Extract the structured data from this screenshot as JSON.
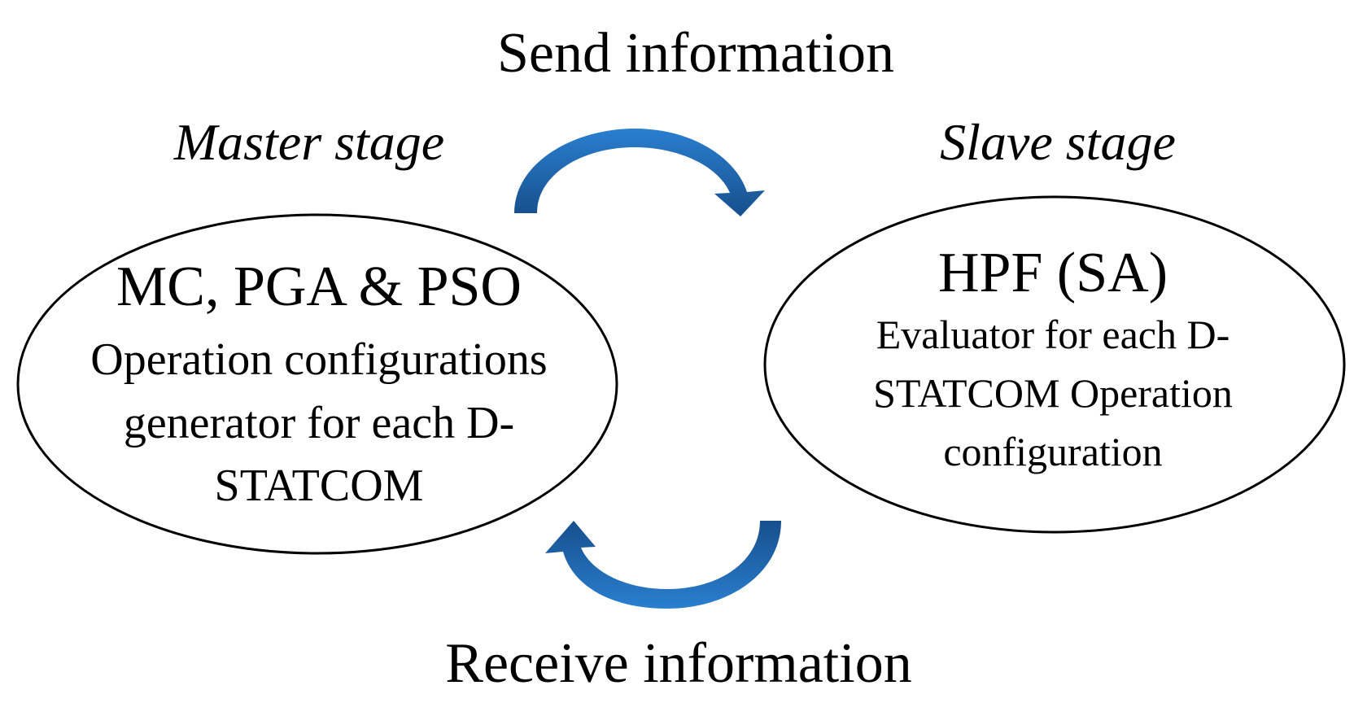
{
  "top_label": "Send information",
  "bottom_label": "Receive information",
  "master": {
    "stage_label": "Master stage",
    "title": "MC, PGA & PSO",
    "lines": [
      "Operation configurations",
      "generator for each D-",
      "STATCOM"
    ]
  },
  "slave": {
    "stage_label": "Slave stage",
    "title": "HPF (SA)",
    "lines": [
      "Evaluator for each D-",
      "STATCOM Operation",
      "configuration"
    ]
  },
  "colors": {
    "arrow": "#1f6fbf",
    "arrow_dark": "#174f8c",
    "outline": "#000000"
  },
  "icons": {
    "send": "curved-arrow-right",
    "receive": "curved-arrow-left"
  }
}
